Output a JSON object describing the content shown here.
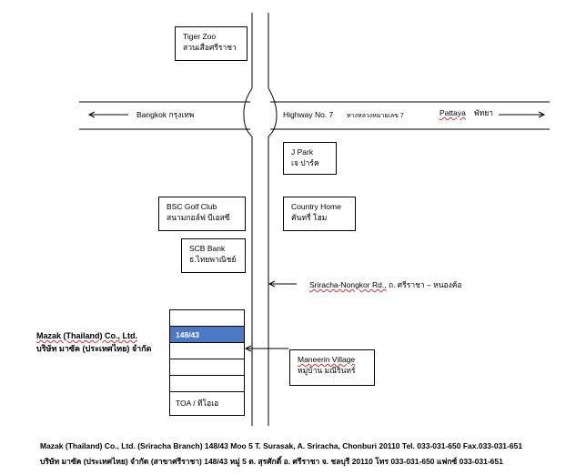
{
  "map": {
    "tiger_zoo": {
      "en": "Tiger Zoo",
      "th": "สวนเสือศรีราชา"
    },
    "highway": {
      "bangkok": "Bangkok กรุงเทพ",
      "name": "Highway No. 7",
      "name_th": "ทางหลวงหมายเลข 7",
      "pattaya": "Pattaya",
      "pattaya_th": "พัทยา"
    },
    "j_park": {
      "en": "J Park",
      "th": "เจ ปาร์ค"
    },
    "bsc_golf": {
      "en": "BSC Golf Club",
      "th": "สนามกอล์ฟ บีเอสซี"
    },
    "country_home": {
      "en": "Country Home",
      "th": "คันทรี่ โฮม"
    },
    "scb_bank": {
      "en": "SCB Bank",
      "th": "ธ.ไทยพาณิชย์"
    },
    "road": {
      "en": "Sriracha-Nongkor Rd.,",
      "th": "ถ. ศรีราชา – หนองค้อ"
    },
    "maneerin": {
      "en": "Maneerin Village",
      "th": "หมู่บ้าน มณีรินทร์"
    },
    "building": {
      "unit": "148/43",
      "bottom": "TOA / ทีโอเอ"
    },
    "company": {
      "en": "Mazak (Thailand) Co., Ltd.",
      "th": "บริษัท มาซัค (ประเทศไทย) จำกัด"
    }
  },
  "footer": {
    "line1": "Mazak (Thailand) Co., Ltd. (Sriracha Branch) 148/43 Moo 5 T. Surasak, A. Sriracha, Chonburi 20110 Tel. 033-031-650 Fax.033-031-651",
    "line2": "บริษัท มาซัค (ประเทศไทย) จำกัด (สาขาศรีราชา)  148/43 หมู่ 5 ต. สุรศักดิ์ อ. ศรีราชา จ. ชลบุรี 20110 โทร 033-031-650 แฟกซ์ 033-031-651"
  },
  "colors": {
    "highlight": "#4a78c2",
    "underline": "#d03030"
  }
}
